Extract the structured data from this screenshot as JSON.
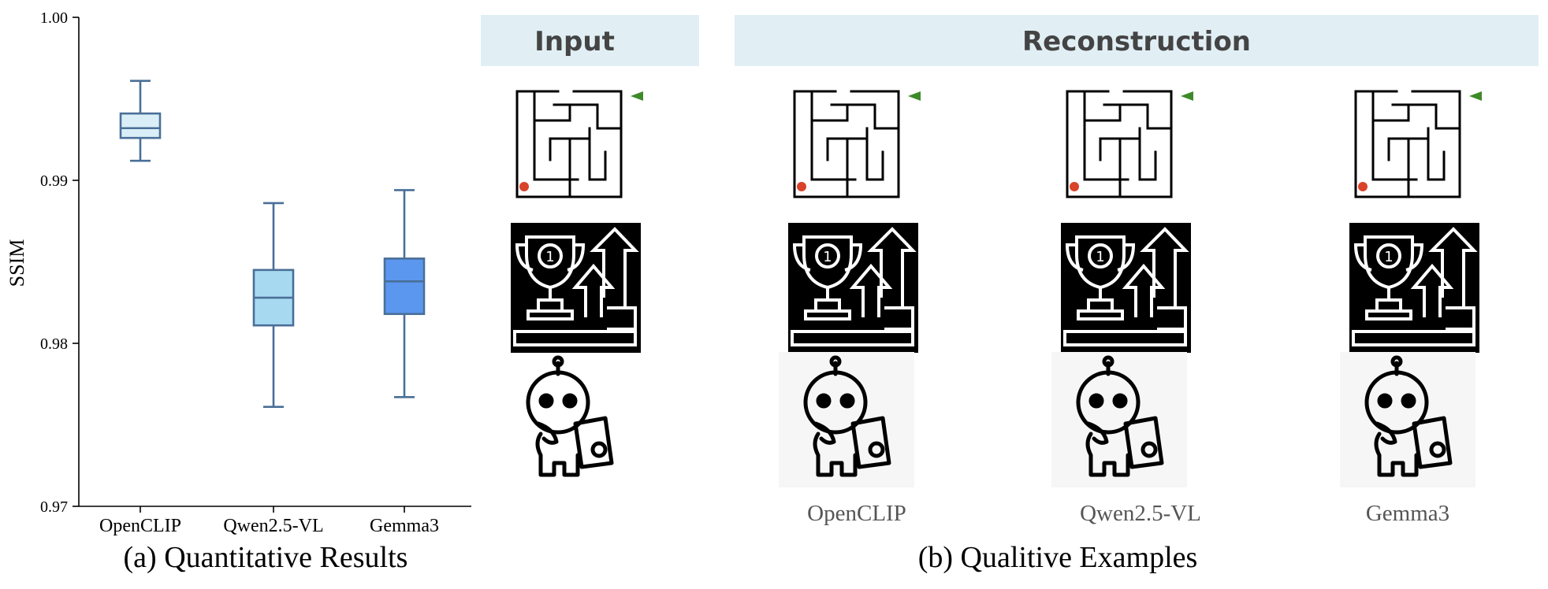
{
  "chart_data": {
    "type": "box",
    "ylabel": "SSIM",
    "ylim": [
      0.97,
      1.0
    ],
    "yticks": [
      "1.00",
      "0.99",
      "0.98",
      "0.97"
    ],
    "categories": [
      "OpenCLIP",
      "Qwen2.5-VL",
      "Gemma3"
    ],
    "boxes": [
      {
        "category": "OpenCLIP",
        "whisker_low": 0.9912,
        "q1": 0.9926,
        "median": 0.9932,
        "q3": 0.9941,
        "whisker_high": 0.9961,
        "color": "#d9eef6"
      },
      {
        "category": "Qwen2.5-VL",
        "whisker_low": 0.9761,
        "q1": 0.9811,
        "median": 0.9828,
        "q3": 0.9845,
        "whisker_high": 0.9886,
        "color": "#a7daf0"
      },
      {
        "category": "Gemma3",
        "whisker_low": 0.9767,
        "q1": 0.9818,
        "median": 0.9838,
        "q3": 0.9852,
        "whisker_high": 0.9894,
        "color": "#5b97ef"
      }
    ],
    "caption": "(a) Quantitative Results"
  },
  "panel_b": {
    "input_header": "Input",
    "reconstruction_header": "Reconstruction",
    "columns": [
      "OpenCLIP",
      "Qwen2.5-VL",
      "Gemma3"
    ],
    "rows": [
      "maze",
      "trophy",
      "robot"
    ],
    "caption": "(b) Qualitive Examples"
  },
  "colors": {
    "header_bg": "#e1eff5",
    "box_edge": "#4a6f98",
    "maze_dot": "#d8432a",
    "maze_arrow": "#3e8a2a"
  }
}
